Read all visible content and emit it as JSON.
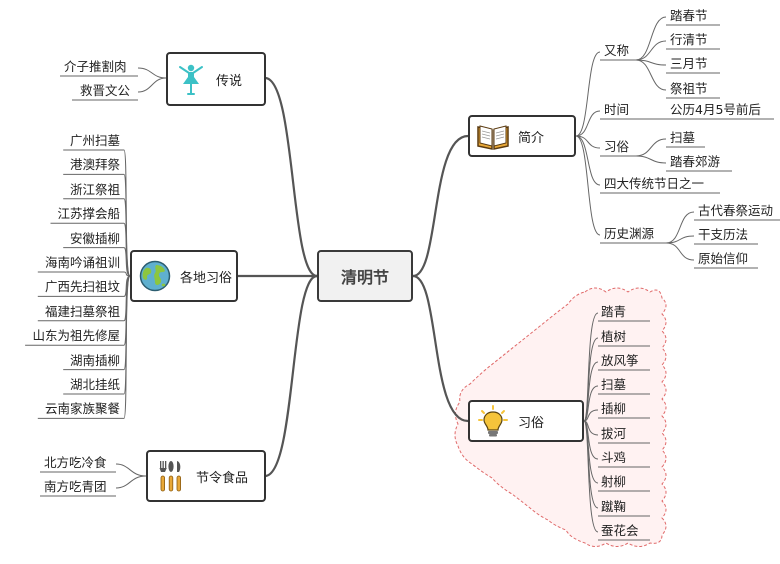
{
  "center": "清明节",
  "branches": {
    "intro": {
      "label": "简介",
      "icon": "open-book-icon",
      "youcheng": {
        "label": "又称",
        "items": [
          "踏春节",
          "行清节",
          "三月节",
          "祭祖节"
        ]
      },
      "time": {
        "label": "时间",
        "value": "公历4月5号前后"
      },
      "customs": {
        "label": "习俗",
        "items": [
          "扫墓",
          "踏春郊游"
        ]
      },
      "four": "四大传统节日之一",
      "origin": {
        "label": "历史渊源",
        "items": [
          "古代春祭运动",
          "干支历法",
          "原始信仰"
        ]
      }
    },
    "legend": {
      "label": "传说",
      "icon": "dancer-icon",
      "items": [
        "介子推割肉",
        "救晋文公"
      ]
    },
    "regional": {
      "label": "各地习俗",
      "icon": "globe-icon",
      "items": [
        "广州扫墓",
        "港澳拜祭",
        "浙江祭祖",
        "江苏撑会船",
        "安徽插柳",
        "海南吟诵祖训",
        "广西先扫祖坟",
        "福建扫墓祭祖",
        "山东为祖先修屋",
        "湖南插柳",
        "湖北挂纸",
        "云南家族聚餐"
      ]
    },
    "food": {
      "label": "节令食品",
      "icon": "cutlery-icon",
      "items": [
        "北方吃冷食",
        "南方吃青团"
      ]
    },
    "customs": {
      "label": "习俗",
      "icon": "lightbulb-icon",
      "items": [
        "踏青",
        "植树",
        "放风筝",
        "扫墓",
        "插柳",
        "拔河",
        "斗鸡",
        "射柳",
        "蹴鞠",
        "蚕花会"
      ]
    }
  },
  "colors": {
    "line": "#555555",
    "node_border": "#333333",
    "center_fill": "#f1f1f1",
    "cloud_fill": "#fff2f2",
    "cloud_stroke": "#e06a6a",
    "teal": "#3cc1c6",
    "book_cover": "#e8a838",
    "bulb": "#f5c43b",
    "globe_sea": "#5fb0cf",
    "globe_land": "#8cc63f"
  }
}
